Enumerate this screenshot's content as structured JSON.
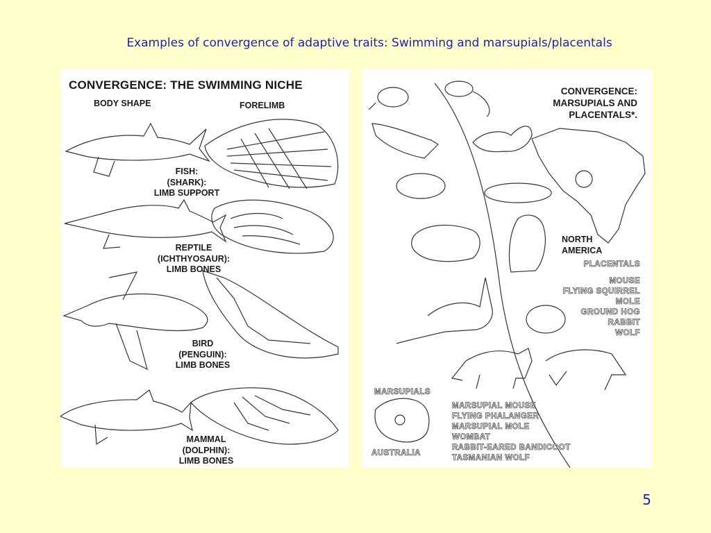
{
  "slide": {
    "title": "Examples of convergence of adaptive traits: Swimming and marsupials/placentals",
    "page_number": "5"
  },
  "swimming": {
    "title": "CONVERGENCE: THE SWIMMING NICHE",
    "body_shape_label": "BODY SHAPE",
    "forelimb_label": "FORELIMB",
    "groups": [
      {
        "l1": "FISH:",
        "l2": "(SHARK):",
        "l3": "LIMB SUPPORT"
      },
      {
        "l1": "REPTILE",
        "l2": "(ICHTHYOSAUR):",
        "l3": "LIMB BONES"
      },
      {
        "l1": "BIRD",
        "l2": "(PENGUIN):",
        "l3": "LIMB BONES"
      },
      {
        "l1": "MAMMAL",
        "l2": "(DOLPHIN):",
        "l3": "LIMB BONES"
      }
    ]
  },
  "marsupials": {
    "title_l1": "CONVERGENCE:",
    "title_l2": "MARSUPIALS AND",
    "title_l3": "PLACENTALS*.",
    "north_l1": "NORTH",
    "north_l2": "AMERICA",
    "placentals_head": "PLACENTALS",
    "placentals": [
      "MOUSE",
      "FLYING SQUIRREL",
      "MOLE",
      "GROUND HOG",
      "RABBIT",
      "WOLF"
    ],
    "marsupials_head": "MARSUPIALS",
    "marsupial_list": [
      "MARSUPIAL MOUSE",
      "FLYING PHALANGER",
      "MARSUPIAL MOLE",
      "WOMBAT",
      "RABBIT-EARED BANDICOOT",
      "TASMANIAN WOLF"
    ],
    "australia": "AUSTRALIA"
  }
}
